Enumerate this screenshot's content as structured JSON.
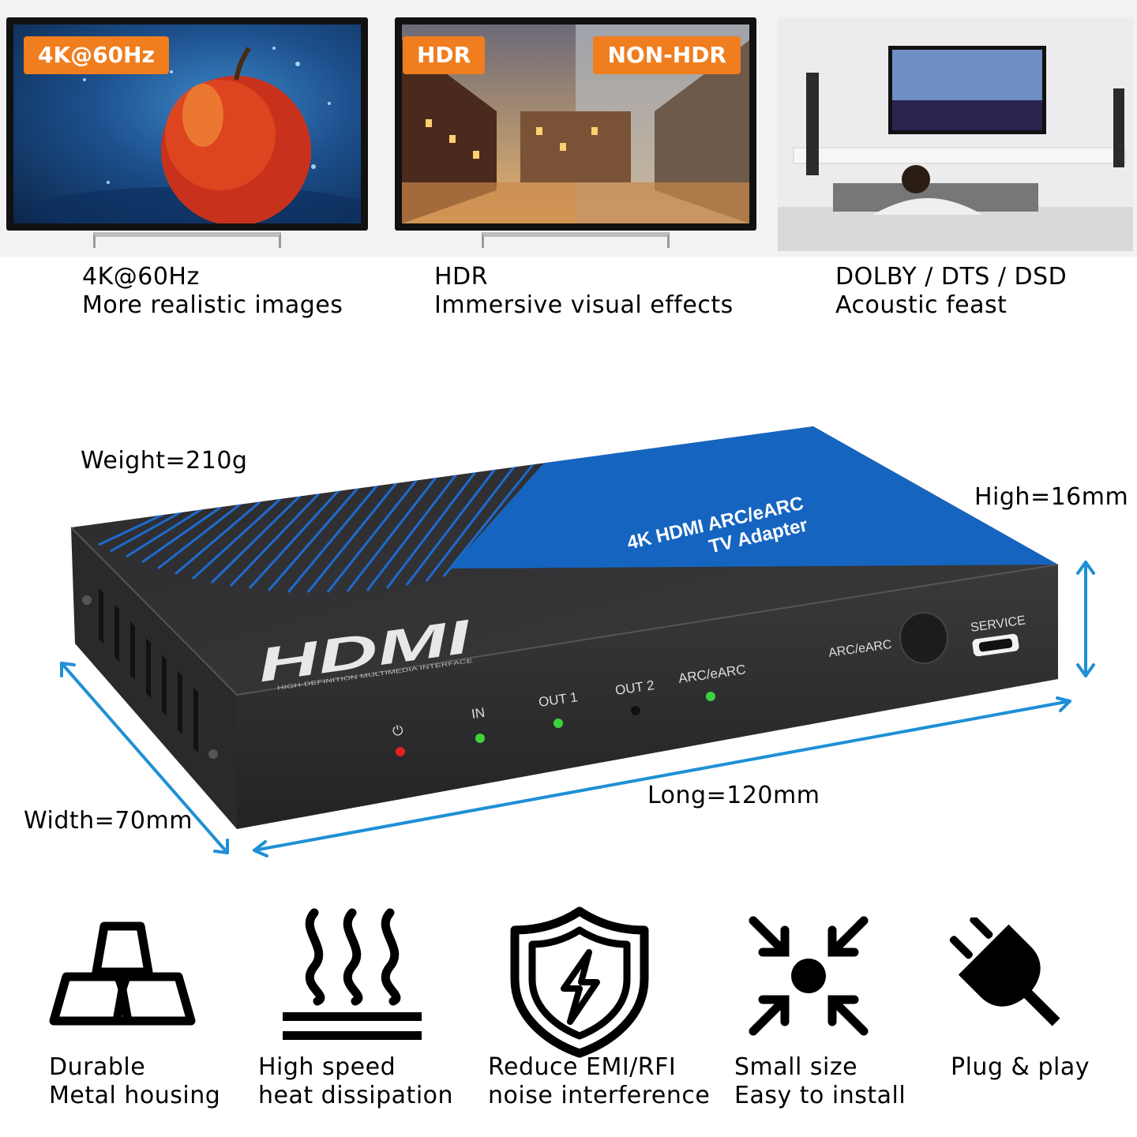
{
  "top": {
    "panels": [
      {
        "badge": "4K@60Hz",
        "title": "4K@60Hz",
        "subtitle": "More realistic images"
      },
      {
        "badge_left": "HDR",
        "badge_right": "NON-HDR",
        "title": "HDR",
        "subtitle": "Immersive visual effects"
      },
      {
        "title": "DOLBY / DTS / DSD",
        "subtitle": "Acoustic feast"
      }
    ]
  },
  "device": {
    "label_line1": "4K HDMI ARC/eARC",
    "label_line2": "TV Adapter",
    "logo": "HDMI",
    "logo_tagline": "HIGH-DEFINITION MULTIMEDIA INTERFACE",
    "leds": [
      {
        "label": "⏻",
        "color": "#e02020"
      },
      {
        "label": "IN",
        "color": "#3cd23c"
      },
      {
        "label": "OUT 1",
        "color": "#3cd23c"
      },
      {
        "label": "OUT 2",
        "color": "#111111"
      },
      {
        "label": "ARC/eARC",
        "color": "#3cd23c"
      }
    ],
    "button_label": "ARC/eARC",
    "port_label": "SERVICE",
    "accent": "#1565c0"
  },
  "dimensions": {
    "weight": "Weight=210g",
    "high": "High=16mm",
    "width": "Width=70mm",
    "long": "Long=120mm",
    "arrow_color": "#1e90d6"
  },
  "features": [
    {
      "icon": "metal-bars-icon",
      "line1": "Durable",
      "line2": "Metal housing"
    },
    {
      "icon": "heat-waves-icon",
      "line1": "High speed",
      "line2": "heat dissipation"
    },
    {
      "icon": "shield-lightning-icon",
      "line1": "Reduce EMI/RFI",
      "line2": "noise interference"
    },
    {
      "icon": "compress-arrows-icon",
      "line1": "Small size",
      "line2": "Easy to install"
    },
    {
      "icon": "plug-icon",
      "line1": "Plug & play",
      "line2": ""
    }
  ]
}
